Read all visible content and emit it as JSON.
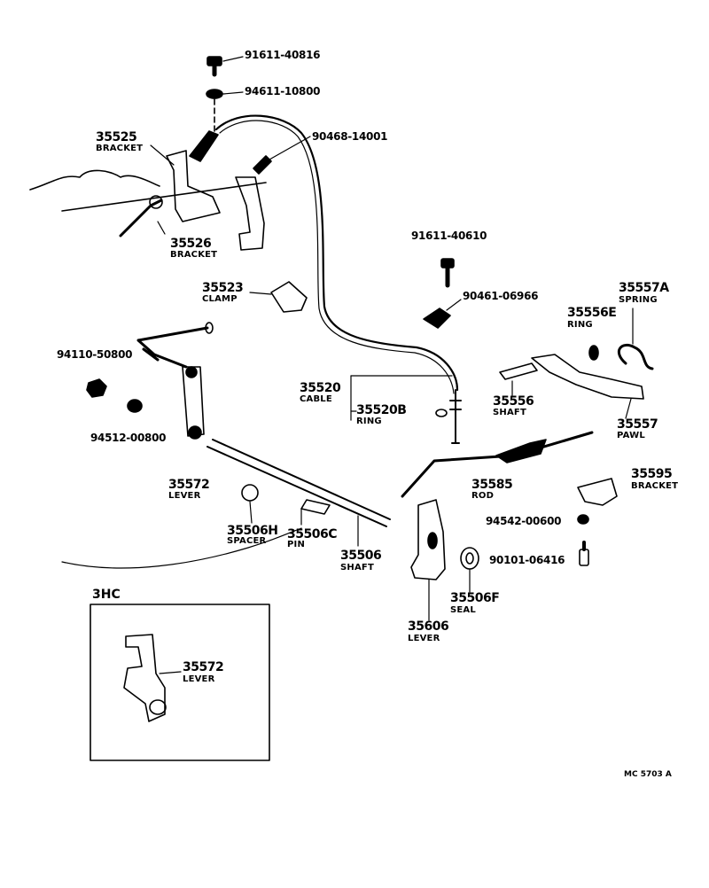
{
  "parts": {
    "bolt_top": "91611-40816",
    "washer_top": "94611-10800",
    "bracket_a_num": "35525",
    "bracket_a_name": "BRACKET",
    "bolt_90468": "90468-14001",
    "bracket_b_num": "35526",
    "bracket_b_name": "BRACKET",
    "clamp_num": "35523",
    "clamp_name": "CLAMP",
    "bolt_91611_40610": "91611-40610",
    "pin_90461": "90461-06966",
    "spring_num": "35557A",
    "spring_name": "SPRING",
    "ring_e_num": "35556E",
    "ring_e_name": "RING",
    "nut_94110": "94110-50800",
    "cable_num": "35520",
    "cable_name": "CABLE",
    "ring_b_num": "35520B",
    "ring_b_name": "RING",
    "shaft_556_num": "35556",
    "shaft_556_name": "SHAFT",
    "pawl_num": "35557",
    "pawl_name": "PAWL",
    "washer_94512": "94512-00800",
    "lever_572_num": "35572",
    "lever_572_name": "LEVER",
    "rod_num": "35585",
    "rod_name": "ROD",
    "bracket_595_num": "35595",
    "bracket_595_name": "BRACKET",
    "spacer_num": "35506H",
    "spacer_name": "SPACER",
    "pin_c_num": "35506C",
    "pin_c_name": "PIN",
    "shaft_506_num": "35506",
    "shaft_506_name": "SHAFT",
    "nut_94542": "94542-00600",
    "bolt_90101": "90101-06416",
    "seal_num": "35506F",
    "seal_name": "SEAL",
    "lever_606_num": "35606",
    "lever_606_name": "LEVER"
  },
  "inset": {
    "title": "3HC",
    "lever_num": "35572",
    "lever_name": "LEVER"
  },
  "footer_code": "MC 5703 A"
}
